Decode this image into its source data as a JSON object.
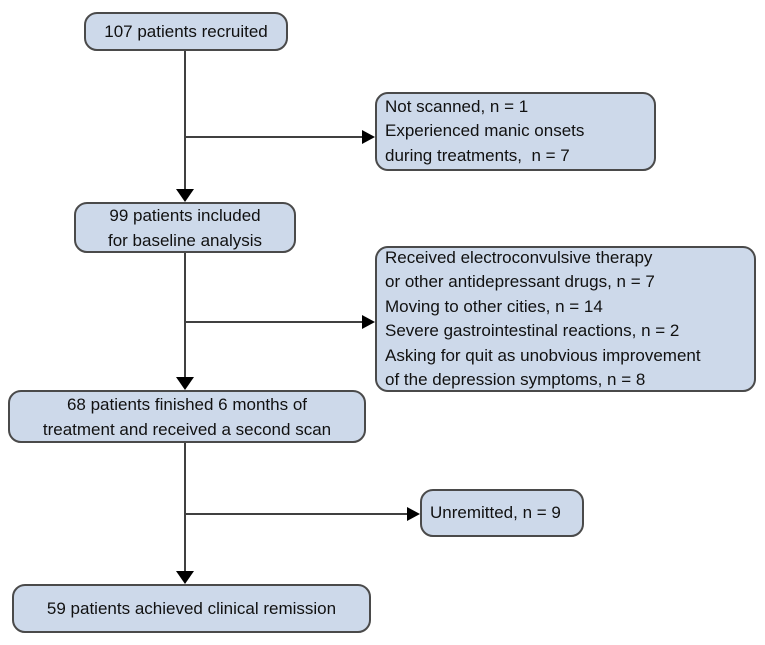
{
  "flowchart": {
    "description": "Patient recruitment and retention flow diagram",
    "main_boxes": [
      {
        "id": "recruited",
        "lines": [
          "107 patients recruited"
        ]
      },
      {
        "id": "baseline",
        "lines": [
          "99 patients included",
          "for baseline analysis"
        ]
      },
      {
        "id": "finished",
        "lines": [
          "68 patients finished 6 months of",
          "treatment and received a second scan"
        ]
      },
      {
        "id": "remission",
        "lines": [
          "59 patients achieved clinical remission"
        ]
      }
    ],
    "side_boxes": [
      {
        "id": "excluded-1",
        "lines": [
          "Not scanned, n = 1",
          "Experienced manic onsets",
          "during treatments,  n = 7"
        ]
      },
      {
        "id": "excluded-2",
        "lines": [
          "Received electroconvulsive therapy",
          "or other antidepressant drugs, n = 7",
          "Moving to other cities, n = 14",
          "Severe gastrointestinal reactions, n = 2",
          "Asking for quit as unobvious improvement",
          "of the depression symptoms, n = 8"
        ]
      },
      {
        "id": "unremitted",
        "lines": [
          "Unremitted, n = 9"
        ]
      }
    ],
    "counts": {
      "recruited": 107,
      "baseline": 99,
      "finished": 68,
      "remission": 59,
      "not_scanned": 1,
      "manic_onsets": 7,
      "ect_or_other_drugs": 7,
      "moved_cities": 14,
      "gi_reactions": 2,
      "quit_unobvious_improvement": 8,
      "unremitted": 9
    },
    "colors": {
      "box_fill": "#cdd9ea",
      "box_border": "#4a4a4a",
      "line": "#404040",
      "arrowhead": "#000000",
      "text": "#111111",
      "background": "#ffffff"
    }
  }
}
